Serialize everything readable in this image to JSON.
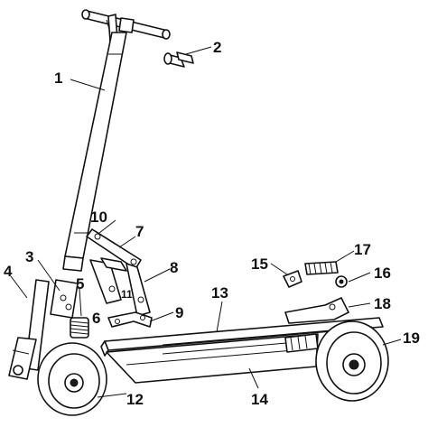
{
  "figure": {
    "parts": [
      {
        "id": "1",
        "label": "1"
      },
      {
        "id": "2",
        "label": "2"
      },
      {
        "id": "3",
        "label": "3"
      },
      {
        "id": "4",
        "label": "4"
      },
      {
        "id": "5",
        "label": "5"
      },
      {
        "id": "6",
        "label": "6"
      },
      {
        "id": "7",
        "label": "7"
      },
      {
        "id": "8",
        "label": "8"
      },
      {
        "id": "9",
        "label": "9"
      },
      {
        "id": "10",
        "label": "10"
      },
      {
        "id": "11",
        "label": "11"
      },
      {
        "id": "12",
        "label": "12"
      },
      {
        "id": "13",
        "label": "13"
      },
      {
        "id": "14",
        "label": "14"
      },
      {
        "id": "15",
        "label": "15"
      },
      {
        "id": "16",
        "label": "16"
      },
      {
        "id": "17",
        "label": "17"
      },
      {
        "id": "18",
        "label": "18"
      },
      {
        "id": "19",
        "label": "19"
      }
    ]
  }
}
